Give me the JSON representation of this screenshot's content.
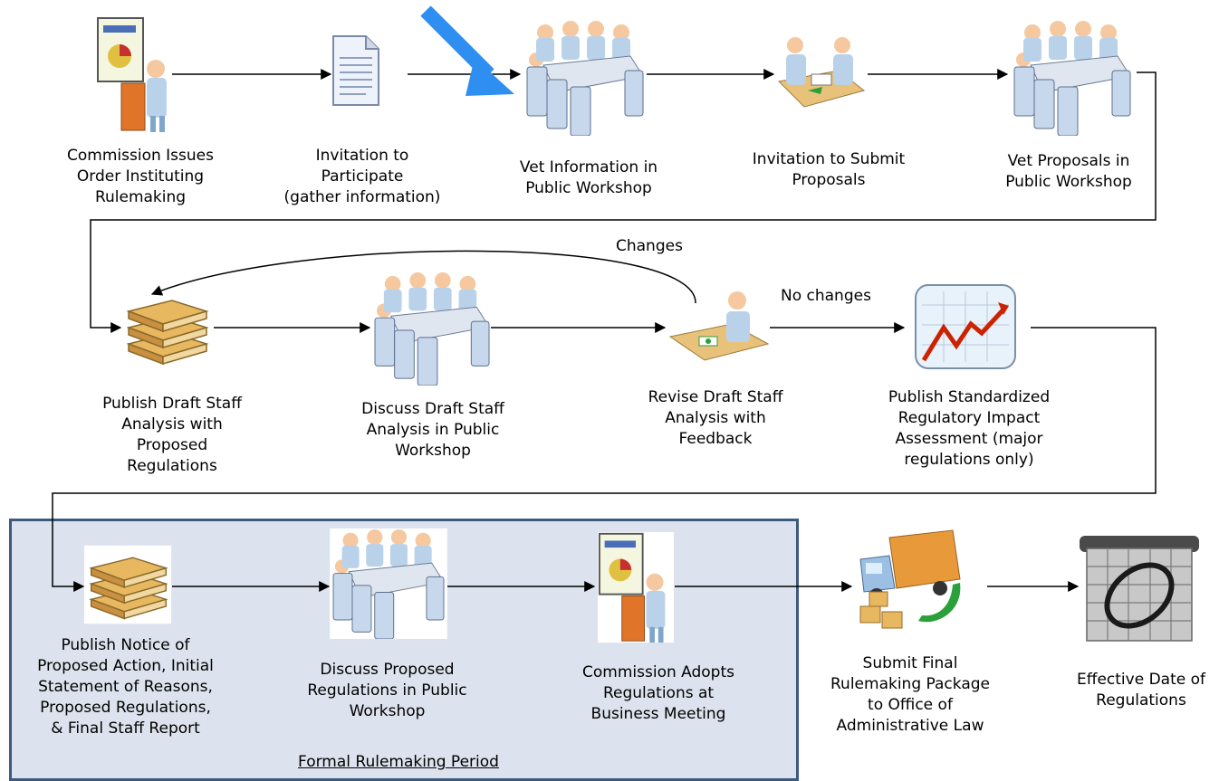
{
  "steps": [
    {
      "label": "Commission Issues\nOrder Instituting\nRulemaking",
      "icon": "presenter-icon"
    },
    {
      "label": "Invitation to\nParticipate\n(gather information)",
      "icon": "document-icon"
    },
    {
      "label": "Vet Information in\nPublic Workshop",
      "icon": "meeting-icon"
    },
    {
      "label": "Invitation to Submit\nProposals",
      "icon": "handoff-icon"
    },
    {
      "label": "Vet Proposals in\nPublic Workshop",
      "icon": "meeting-icon"
    },
    {
      "label": "Publish Draft Staff\nAnalysis with\nProposed\nRegulations",
      "icon": "stack-icon"
    },
    {
      "label": "Discuss Draft Staff\nAnalysis in Public\nWorkshop",
      "icon": "meeting-icon"
    },
    {
      "label": "Revise Draft Staff\nAnalysis with\nFeedback",
      "icon": "desk-worker-icon"
    },
    {
      "label": "Publish Standardized\nRegulatory Impact\nAssessment (major\nregulations only)",
      "icon": "chart-trend-icon"
    },
    {
      "label": "Publish Notice of\nProposed Action, Initial\nStatement of Reasons,\nProposed Regulations,\n& Final Staff Report",
      "icon": "stack-icon"
    },
    {
      "label": "Discuss Proposed\nRegulations in Public\nWorkshop",
      "icon": "meeting-icon"
    },
    {
      "label": "Commission Adopts\nRegulations at\nBusiness Meeting",
      "icon": "presenter-icon"
    },
    {
      "label": "Submit Final\nRulemaking Package\nto Office of\nAdministrative Law",
      "icon": "delivery-truck-icon"
    },
    {
      "label": "Effective Date of\nRegulations",
      "icon": "calendar-icon"
    }
  ],
  "annotations": {
    "changes": "Changes",
    "no_changes": "No changes"
  },
  "formal_period_label": "Formal Rulemaking Period",
  "colors": {
    "highlight_arrow": "#2f8ff0",
    "formal_box_fill": "#dde3ee",
    "formal_box_border": "#3d5a80",
    "chart_line": "#cc2200"
  }
}
